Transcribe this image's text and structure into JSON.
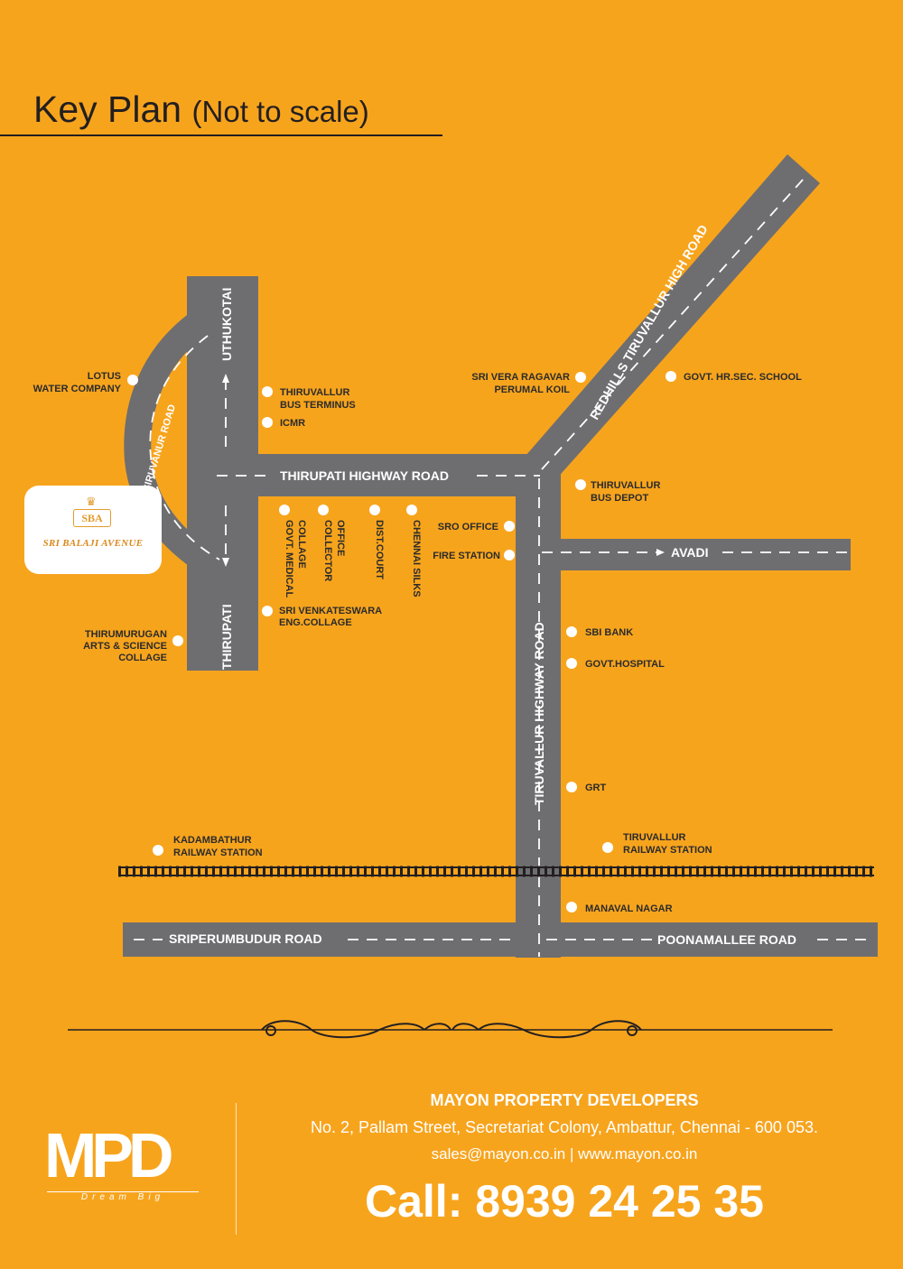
{
  "title": {
    "main": "Key Plan",
    "sub": "(Not to scale)"
  },
  "colors": {
    "background": "#F7A41D",
    "road": "#6E6E70",
    "text": "#231f20"
  },
  "roads": {
    "uthukotai": "UTHUKOTAI",
    "thirupati": "THIRUPATI",
    "siruvanur": "SIRUVANUR ROAD",
    "thirupati_highway": "THIRUPATI HIGHWAY ROAD",
    "redhills": "REDHILLS TIRUVALLUR HIGH ROAD",
    "avadi": "AVADI",
    "tiruvallur_highway": "TIRUVALLUR HIGHWAY ROAD",
    "sriperumbudur": "SRIPERUMBUDUR ROAD",
    "poonamallee": "POONAMALLEE ROAD"
  },
  "landmarks": {
    "lotus_1": "LOTUS",
    "lotus_2": "WATER COMPANY",
    "bus_terminus_1": "THIRUVALLUR",
    "bus_terminus_2": "BUS TERMINUS",
    "icmr": "ICMR",
    "sri_vera_1": "SRI VERA RAGAVAR",
    "sri_vera_2": "PERUMAL KOIL",
    "govt_school": "GOVT. HR.SEC. SCHOOL",
    "bus_depot_1": "THIRUVALLUR",
    "bus_depot_2": "BUS DEPOT",
    "govt_medical_1": "GOVT. MEDICAL",
    "govt_medical_2": "COLLAGE",
    "collector_1": "COLLECTOR",
    "collector_2": "OFFICE",
    "dist_court": "DIST.COURT",
    "chennai_silks": "CHENNAI SILKS",
    "sro_office": "SRO OFFICE",
    "fire_station": "FIRE STATION",
    "sri_venkateswara_1": "SRI VENKATESWARA",
    "sri_venkateswara_2": "ENG.COLLAGE",
    "thirumurugan_1": "THIRUMURUGAN",
    "thirumurugan_2": "ARTS & SCIENCE",
    "thirumurugan_3": "COLLAGE",
    "sbi_bank": "SBI BANK",
    "govt_hospital": "GOVT.HOSPITAL",
    "grt": "GRT",
    "kadambathur_1": "KADAMBATHUR",
    "kadambathur_2": "RAILWAY STATION",
    "tiruvallur_station_1": "TIRUVALLUR",
    "tiruvallur_station_2": "RAILWAY STATION",
    "manaval_nagar": "MANAVAL NAGAR"
  },
  "project": {
    "monogram": "SBA",
    "name": "SRI BALAJI AVENUE"
  },
  "footer": {
    "company": "MAYON PROPERTY DEVELOPERS",
    "address": "No. 2, Pallam Street, Secretariat Colony, Ambattur, Chennai - 600 053.",
    "contact": "sales@mayon.co.in | www.mayon.co.in",
    "call": "Call: 8939 24 25 35",
    "logo_mark": "MPD",
    "logo_tagline": "Dream Big"
  }
}
